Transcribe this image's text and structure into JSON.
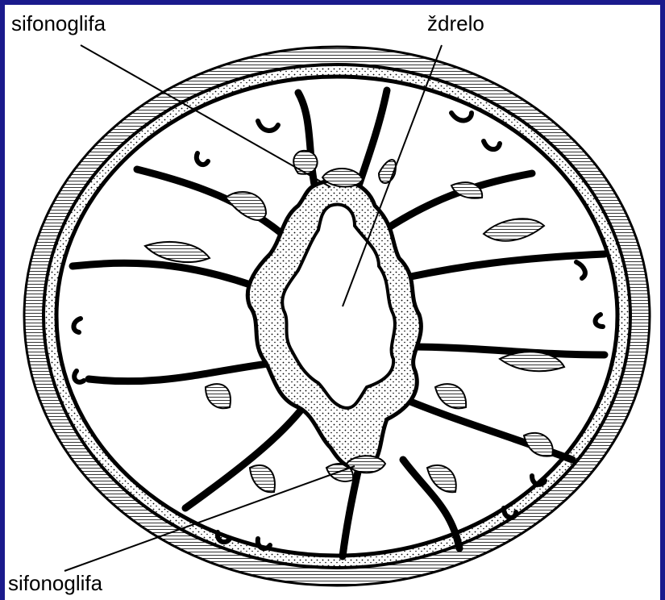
{
  "labels": {
    "top_left": "sifonoglifa",
    "top_right": "ždrelo",
    "bottom_left": "sifonoglifa"
  },
  "colors": {
    "frame": "#1a1a8c",
    "background": "#ffffff",
    "ink": "#000000"
  }
}
